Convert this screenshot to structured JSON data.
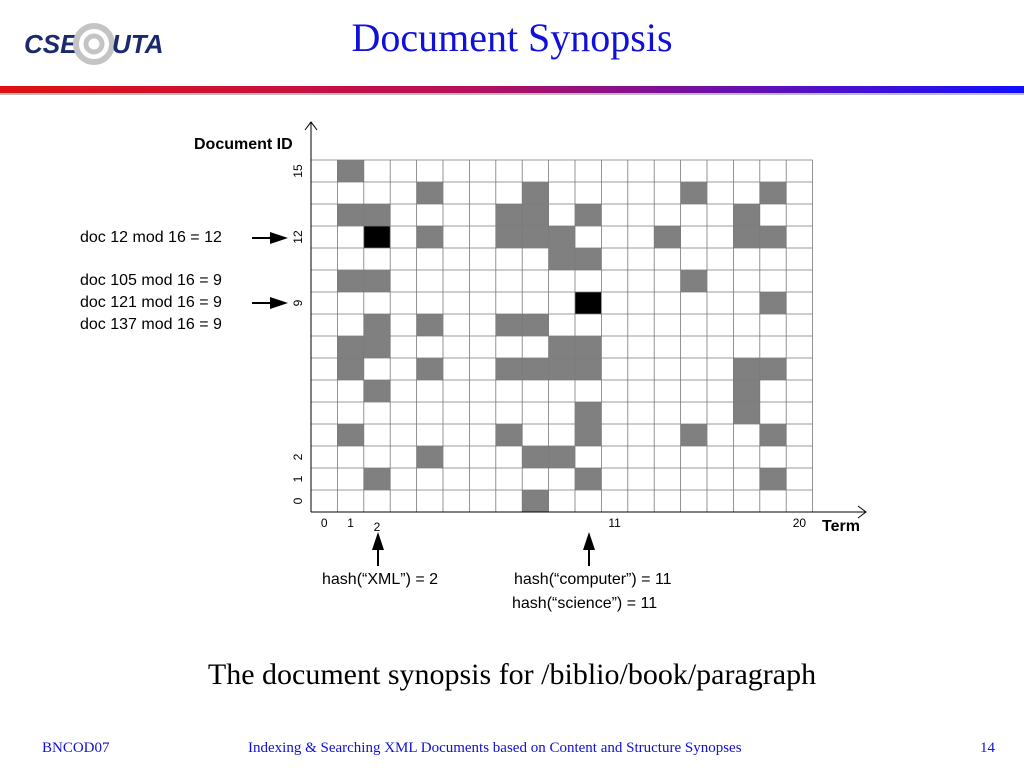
{
  "slide": {
    "title": "Document Synopsis",
    "caption": "The document synopsis for /biblio/book/paragraph"
  },
  "logo": {
    "text_left": "CSE",
    "text_right": "UTA",
    "icon": "at-sign-logo"
  },
  "diagram": {
    "y_axis_label": "Document ID",
    "x_axis_label": "Term",
    "rows": 16,
    "cols": 19,
    "y_ticks": [
      {
        "row": 0,
        "label": "0"
      },
      {
        "row": 1,
        "label": "1"
      },
      {
        "row": 2,
        "label": "2"
      },
      {
        "row": 9,
        "label": "9"
      },
      {
        "row": 12,
        "label": "12"
      },
      {
        "row": 15,
        "label": "15"
      }
    ],
    "x_ticks": [
      {
        "col": 0,
        "label": "0"
      },
      {
        "col": 1,
        "label": "1"
      },
      {
        "col": 2,
        "label": "2"
      },
      {
        "col": 11,
        "label": "11"
      },
      {
        "col": 18,
        "label": "20"
      }
    ],
    "doc_notes": [
      "doc 12 mod 16 = 12",
      "doc 105 mod 16 = 9",
      "doc 121 mod 16 = 9",
      "doc 137 mod 16 = 9"
    ],
    "hash_labels": [
      "hash(“XML”) = 2",
      "hash(“computer”) = 11",
      "hash(“science”) = 11"
    ],
    "highlight_color": "#000000",
    "fill_color": "#808080",
    "highlighted_cells": [
      [
        2,
        12
      ],
      [
        10,
        9
      ]
    ],
    "filled_cells": [
      [
        1,
        15
      ],
      [
        4,
        14
      ],
      [
        8,
        14
      ],
      [
        14,
        14
      ],
      [
        17,
        14
      ],
      [
        1,
        13
      ],
      [
        2,
        13
      ],
      [
        7,
        13
      ],
      [
        8,
        13
      ],
      [
        10,
        13
      ],
      [
        16,
        13
      ],
      [
        4,
        12
      ],
      [
        7,
        12
      ],
      [
        8,
        12
      ],
      [
        9,
        12
      ],
      [
        13,
        12
      ],
      [
        16,
        12
      ],
      [
        17,
        12
      ],
      [
        9,
        11
      ],
      [
        10,
        11
      ],
      [
        1,
        10
      ],
      [
        2,
        10
      ],
      [
        14,
        10
      ],
      [
        17,
        9
      ],
      [
        2,
        8
      ],
      [
        4,
        8
      ],
      [
        7,
        8
      ],
      [
        8,
        8
      ],
      [
        1,
        7
      ],
      [
        2,
        7
      ],
      [
        9,
        7
      ],
      [
        10,
        7
      ],
      [
        1,
        6
      ],
      [
        4,
        6
      ],
      [
        7,
        6
      ],
      [
        8,
        6
      ],
      [
        9,
        6
      ],
      [
        10,
        6
      ],
      [
        16,
        6
      ],
      [
        17,
        6
      ],
      [
        2,
        5
      ],
      [
        16,
        5
      ],
      [
        10,
        4
      ],
      [
        16,
        4
      ],
      [
        1,
        3
      ],
      [
        7,
        3
      ],
      [
        10,
        3
      ],
      [
        14,
        3
      ],
      [
        17,
        3
      ],
      [
        4,
        2
      ],
      [
        8,
        2
      ],
      [
        9,
        2
      ],
      [
        2,
        1
      ],
      [
        10,
        1
      ],
      [
        17,
        1
      ],
      [
        8,
        0
      ]
    ]
  },
  "footer": {
    "left": "BNCOD07",
    "center": "Indexing & Searching XML Documents based on Content and Structure Synopses",
    "right": "14"
  }
}
